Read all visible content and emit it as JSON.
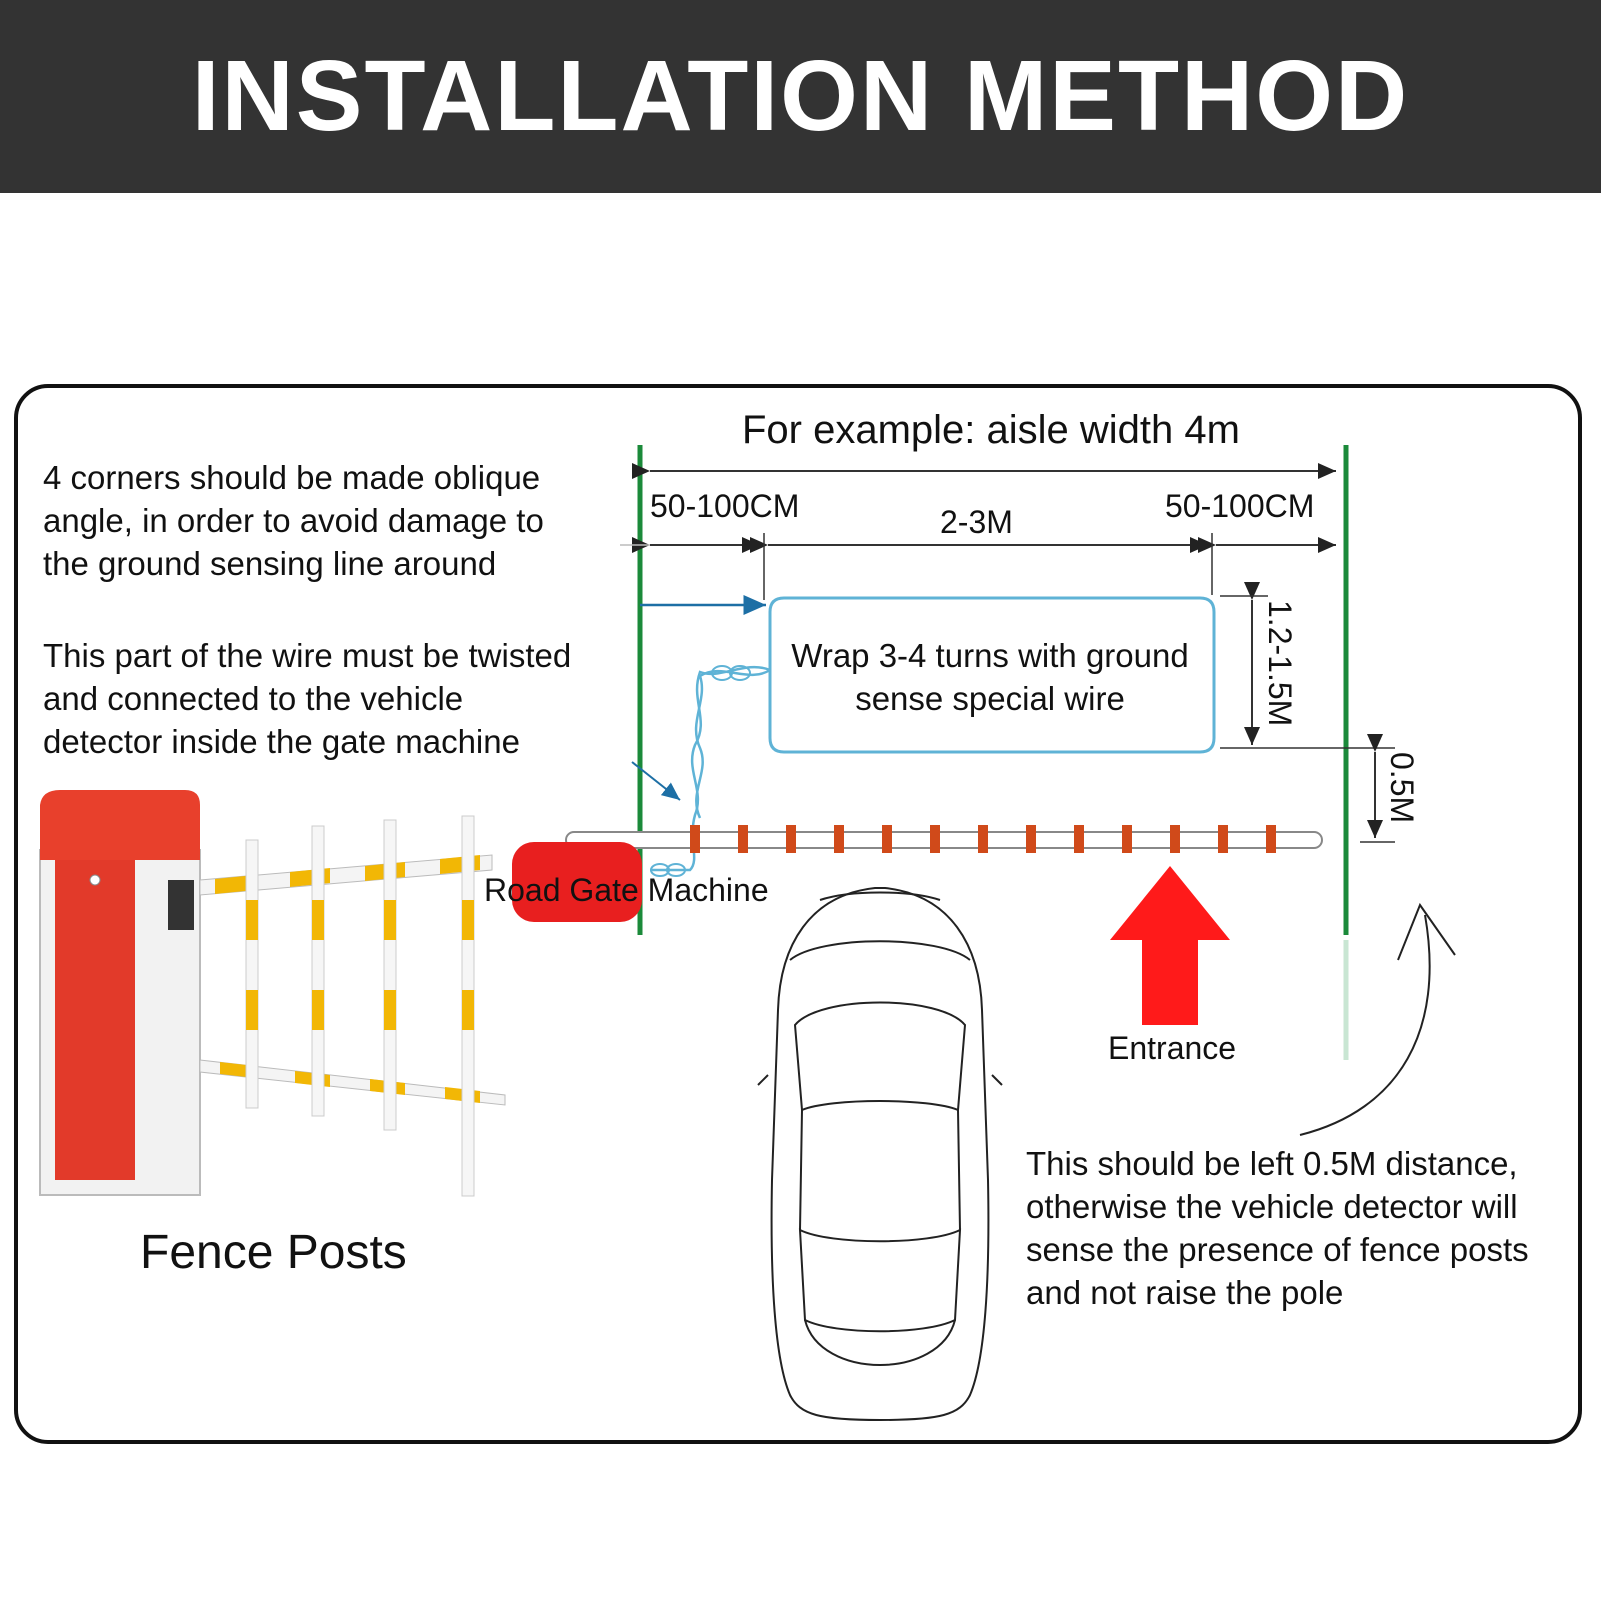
{
  "header": {
    "title": "INSTALLATION METHOD"
  },
  "notes": {
    "corners": "4 corners should be made oblique\nangle, in order to avoid damage to\nthe ground sensing line around",
    "twisted": "This part of the wire must be twisted\nand connected to the vehicle\ndetector inside the gate machine",
    "wrap": "Wrap 3-4 turns with ground\nsense special wire",
    "distance": "This should be left 0.5M distance,\notherwise the vehicle detector will\nsense the presence of fence posts\nand not raise the pole"
  },
  "dimensions": {
    "aisle": "For example: aisle width 4m",
    "left_margin": "50-100CM",
    "loop_width": "2-3M",
    "right_margin": "50-100CM",
    "loop_depth": "1.2-1.5M",
    "offset": "0.5M"
  },
  "labels": {
    "gate_machine": "Road Gate Machine",
    "entrance": "Entrance",
    "fence_posts": "Fence Posts"
  },
  "colors": {
    "header_bg": "#333333",
    "lane_line": "#1b8a3a",
    "loop_wire": "#5fb3d6",
    "gate_red": "#e23a2a",
    "arrow_red": "#ff1a1a",
    "fence_yellow": "#f2b705"
  }
}
